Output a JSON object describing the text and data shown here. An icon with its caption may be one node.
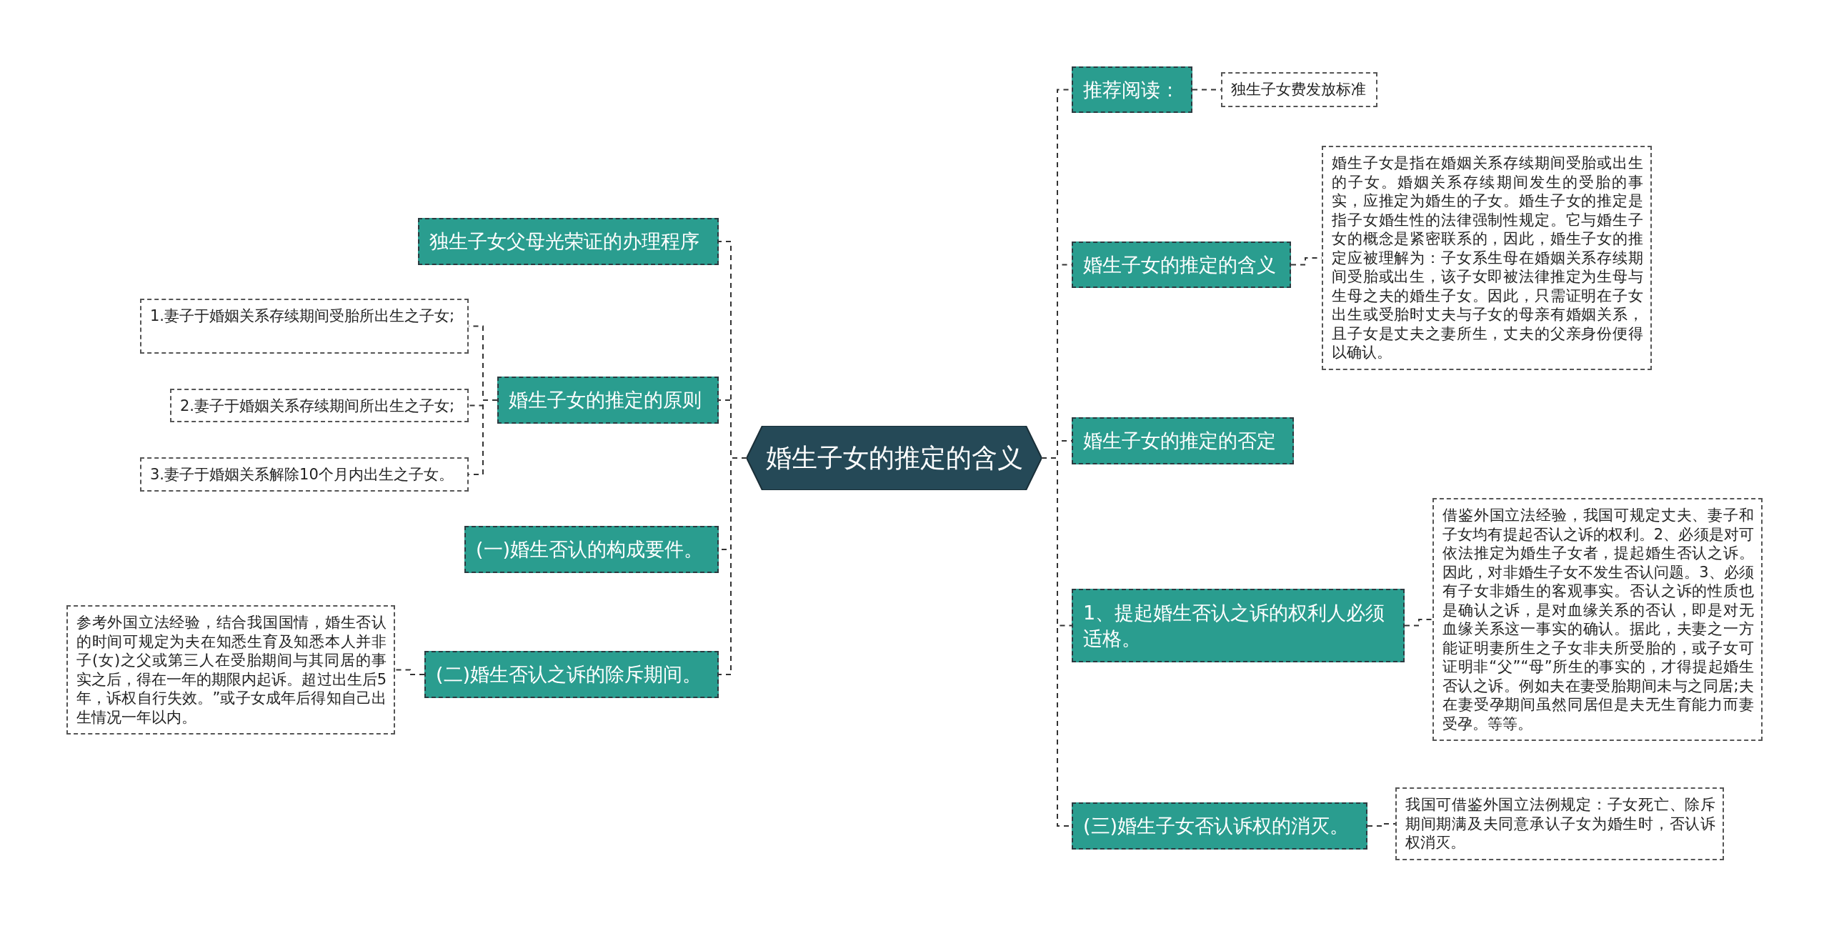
{
  "diagram": {
    "nodes": [
      {
        "text": [
          "婚生子女的推定的含义"
        ]
      },
      {
        "text": [
          "推荐阅读："
        ]
      },
      {
        "text": [
          "独生子女费发放标准"
        ]
      },
      {
        "text": [
          "婚生子女的推定的含义"
        ]
      },
      {
        "text": [
          "婚生子女是指在婚姻关系存续期间受胎或出生的子女。婚姻关系存续期间发生的受胎的事实，应推定为婚生的子女。婚生子女的推定是指子女婚生性的法律强制性规定。它与婚生子女的概念是紧密联系的，因此，婚生子女的推定应被理解为：子女系生母在婚姻关系存续期间受胎或出生，该子女即被法律推定为生母与生母之夫的婚生子女。因此，只需证明在子女出生或受胎时丈夫与子女的母亲有婚姻关系，且子女是丈夫之妻所生，丈夫的父亲身份便得以确认。"
        ]
      },
      {
        "text": [
          "婚生子女的推定的否定"
        ]
      },
      {
        "text": [
          "1、提起婚生否认之诉的权利人必须适格。"
        ]
      },
      {
        "text": [
          "借鉴外国立法经验，我国可规定丈夫、妻子和子女均有提起否认之诉的权利。2、必须是对可依法推定为婚生子女者，提起婚生否认之诉。因此，对非婚生子女不发生否认问题。3、必须有子女非婚生的客观事实。否认之诉的性质也是确认之诉，是对血缘关系的否认，即是对无血缘关系这一事实的确认。据此，夫妻之一方能证明妻所生之子女非夫所受胎的，或子女可证明非“父”“母”所生的事实的，才得提起婚生否认之诉。例如夫在妻受胎期间未与之同居;夫在妻受孕期间虽然同居但是夫无生育能力而妻受孕。等等。"
        ]
      },
      {
        "text": [
          "(三)婚生子女否认诉权的消灭。"
        ]
      },
      {
        "text": [
          "我国可借鉴外国立法例规定：子女死亡、除斥期间期满及夫同意承认子女为婚生时，否认诉权消灭。"
        ]
      },
      {
        "text": [
          "独生子女父母光荣证的办理程序"
        ]
      },
      {
        "text": [
          "婚生子女的推定的原则"
        ]
      },
      {
        "text": [
          "1.妻子于婚姻关系存续期间受胎所出生之子女;"
        ]
      },
      {
        "text": [
          "2.妻子于婚姻关系存续期间所出生之子女;"
        ]
      },
      {
        "text": [
          "3.妻子于婚姻关系解除10个月内出生之子女。"
        ]
      },
      {
        "text": [
          "(一)婚生否认的构成要件。"
        ]
      },
      {
        "text": [
          "(二)婚生否认之诉的除斥期间。"
        ]
      },
      {
        "text": [
          "参考外国立法经验，结合我国国情，婚生否认的时间可规定为夫在知悉生育及知悉本人并非子(女)之父或第三人在受胎期间与其同居的事实之后，得在一年的期限内起诉。超过出生后5年，诉权自行失效。”或子女成年后得知自己出生情况一年以内。"
        ]
      }
    ],
    "edges": [
      {
        "from": 0,
        "to": 1,
        "arrow": "none"
      },
      {
        "from": 1,
        "to": 2,
        "arrow": "none"
      },
      {
        "from": 0,
        "to": 3,
        "arrow": "none"
      },
      {
        "from": 3,
        "to": 4,
        "arrow": "none"
      },
      {
        "from": 0,
        "to": 5,
        "arrow": "none"
      },
      {
        "from": 0,
        "to": 6,
        "arrow": "none"
      },
      {
        "from": 6,
        "to": 7,
        "arrow": "none"
      },
      {
        "from": 0,
        "to": 8,
        "arrow": "none"
      },
      {
        "from": 8,
        "to": 9,
        "arrow": "none"
      },
      {
        "from": 0,
        "to": 10,
        "arrow": "none"
      },
      {
        "from": 0,
        "to": 11,
        "arrow": "none"
      },
      {
        "from": 11,
        "to": 12,
        "arrow": "none"
      },
      {
        "from": 11,
        "to": 13,
        "arrow": "none"
      },
      {
        "from": 11,
        "to": 14,
        "arrow": "none"
      },
      {
        "from": 0,
        "to": 15,
        "arrow": "none"
      },
      {
        "from": 0,
        "to": 16,
        "arrow": "none"
      },
      {
        "from": 16,
        "to": 17,
        "arrow": "none"
      }
    ]
  }
}
